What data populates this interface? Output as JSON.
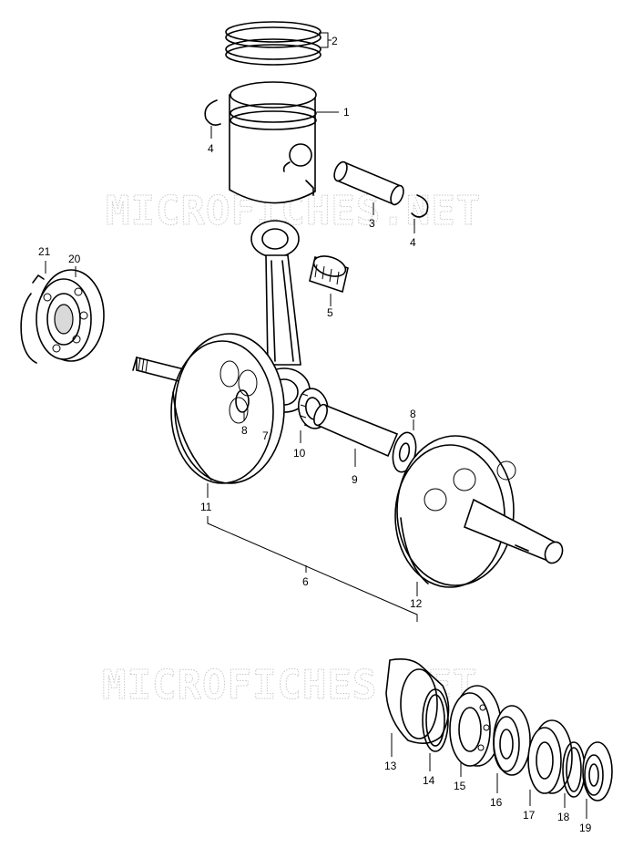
{
  "watermark": {
    "text": "MICROFICHES.NET"
  },
  "callouts": [
    "1",
    "2",
    "3",
    "4",
    "4",
    "5",
    "6",
    "7",
    "8",
    "8",
    "9",
    "10",
    "11",
    "12",
    "13",
    "14",
    "15",
    "16",
    "17",
    "18",
    "19",
    "20",
    "21"
  ]
}
